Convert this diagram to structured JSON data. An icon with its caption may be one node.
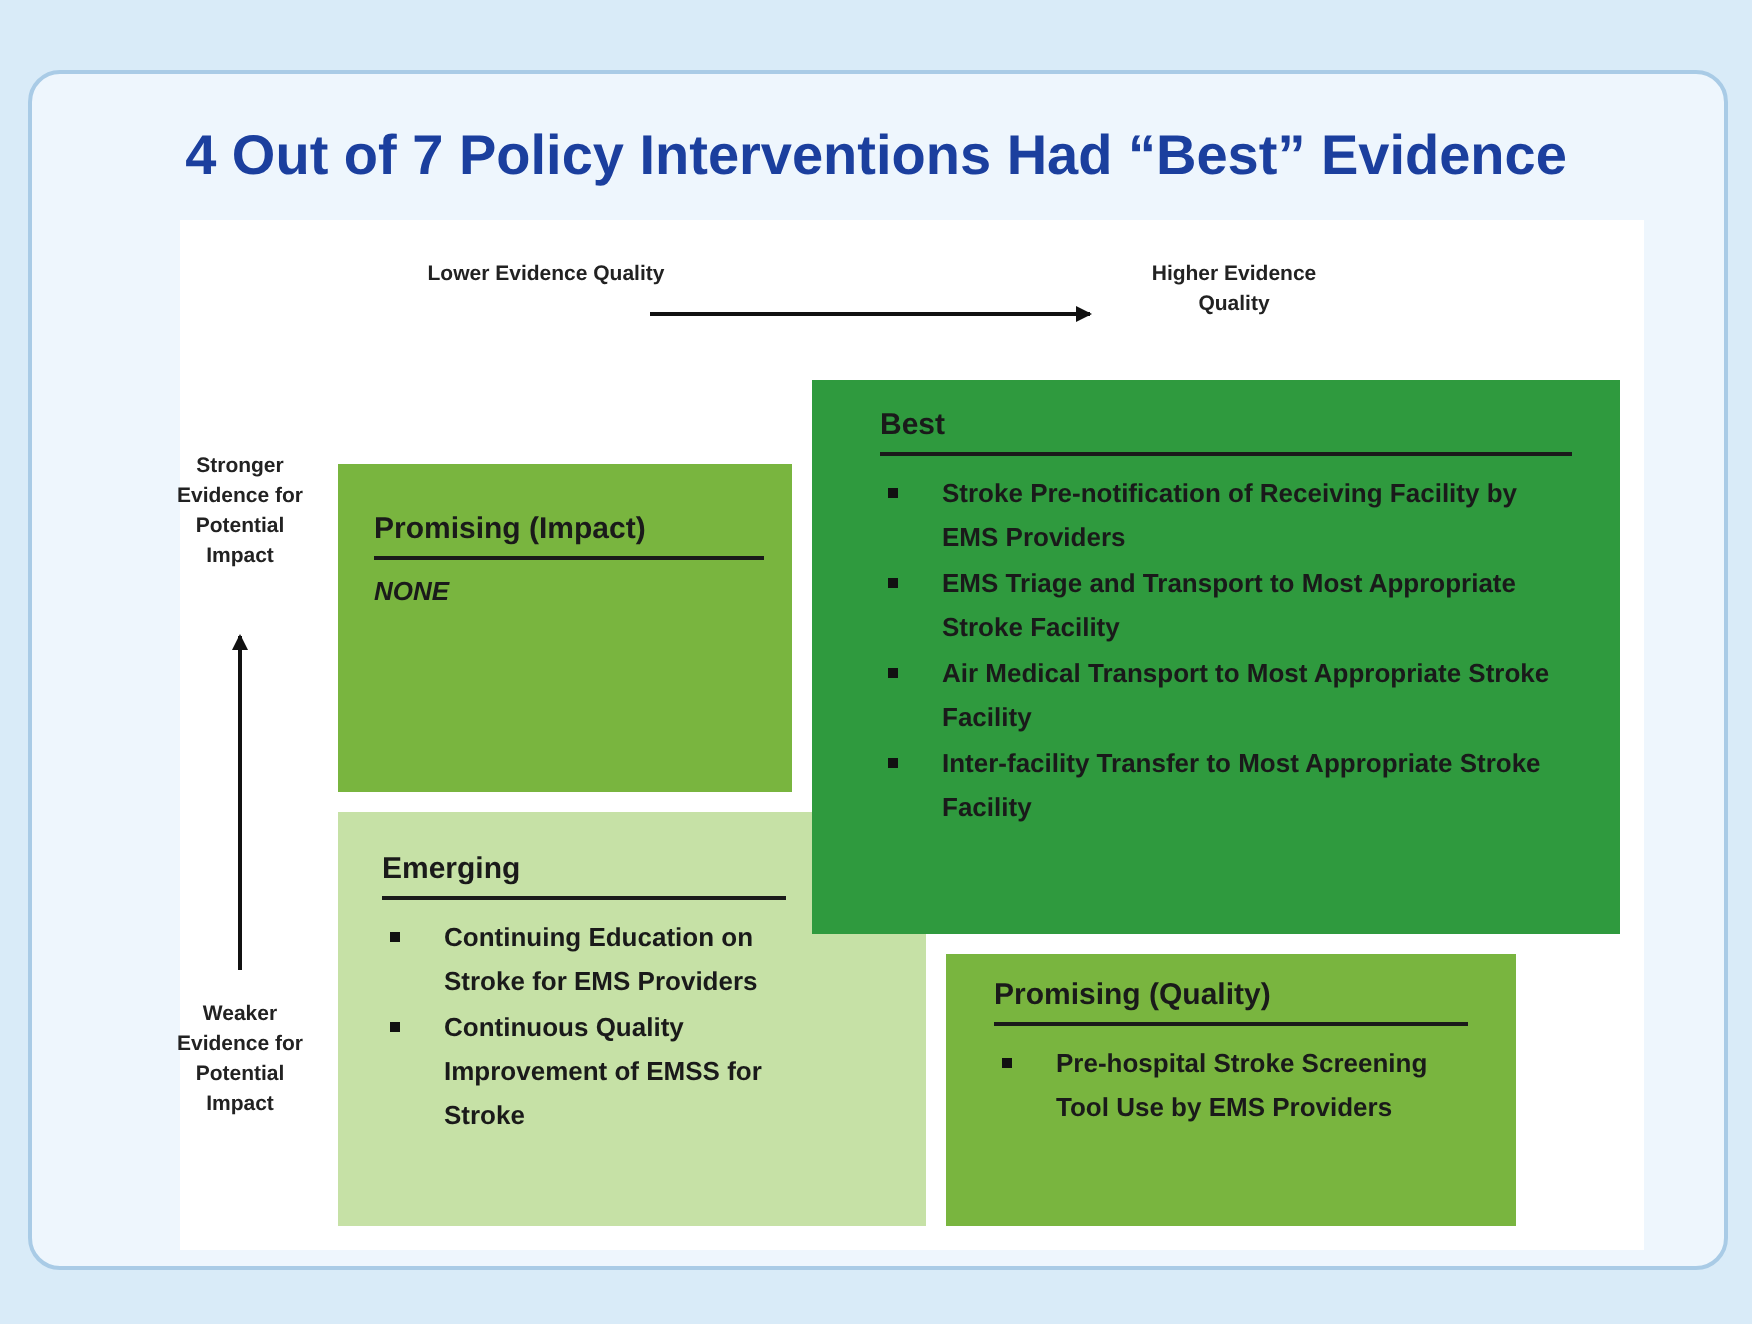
{
  "diagram": {
    "title": "4 Out of 7 Policy Interventions Had “Best” Evidence",
    "nodes": [
      {
        "text": [
          "Best",
          "Stroke Pre-notification of Receiving Facility by EMS Providers",
          "EMS Triage and Transport to Most Appropriate Stroke Facility",
          "Air Medical Transport to Most Appropriate Stroke Facility",
          "Inter-facility Transfer to Most Appropriate Stroke Facility"
        ]
      },
      {
        "text": [
          "Promising (Impact)",
          "NONE"
        ]
      },
      {
        "text": [
          "Emerging",
          "Continuing Education on Stroke for EMS Providers",
          "Continuous Quality Improvement of EMSS for Stroke"
        ]
      },
      {
        "text": [
          "Promising (Quality)",
          "Pre-hospital Stroke Screening Tool Use by EMS Providers"
        ]
      }
    ],
    "labels": [
      "Lower Evidence Quality",
      "Higher Evidence Quality",
      "Stronger Evidence for Potential Impact",
      "Weaker Evidence for Potential Impact"
    ]
  }
}
